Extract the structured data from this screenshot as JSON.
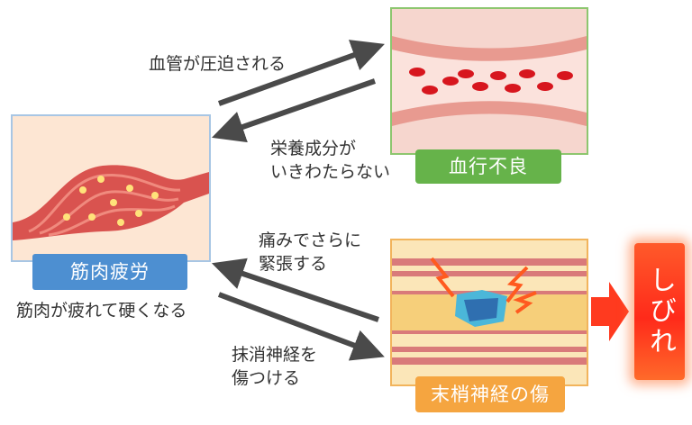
{
  "muscle": {
    "label": "筋肉疲労",
    "caption": "筋肉が疲れて硬くなる"
  },
  "blood": {
    "label": "血行不良"
  },
  "nerve": {
    "label": "末梢神経の傷"
  },
  "result": {
    "label": "しびれ"
  },
  "arrows": {
    "compress": "血管が圧迫される",
    "nutrients": "栄養成分が\nいきわたらない",
    "pain": "痛みでさらに\n緊張する",
    "damage": "抹消神経を\n傷つける"
  },
  "colors": {
    "muscle_label": "#4d8fd1",
    "blood_label": "#66b34a",
    "nerve_label": "#f5a540",
    "result": "#ff3a1f",
    "arrow": "#4a4a4a"
  }
}
